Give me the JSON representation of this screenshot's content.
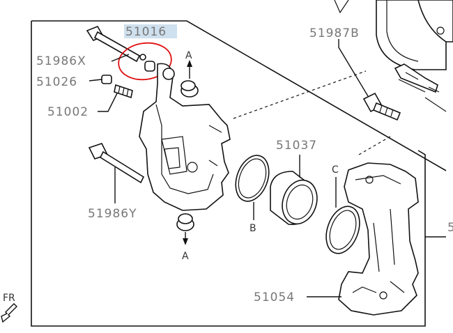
{
  "diagram": {
    "labels": {
      "p51016": "51016",
      "p51986x": "51986X",
      "p51026": "51026",
      "p51002": "51002",
      "p51986y": "51986Y",
      "p51987b": "51987B",
      "p51037": "51037",
      "p51054": "51054",
      "a_top": "A",
      "a_bottom": "A",
      "b": "B",
      "c": "C",
      "fr": "FR",
      "right_edge": "5"
    },
    "colors": {
      "highlight_bg": "#cfe0ee",
      "annotation_circle": "#e01010",
      "label_text": "#777777",
      "line": "#111111"
    },
    "annotation": "red-hand-drawn-circle-around-51016"
  }
}
